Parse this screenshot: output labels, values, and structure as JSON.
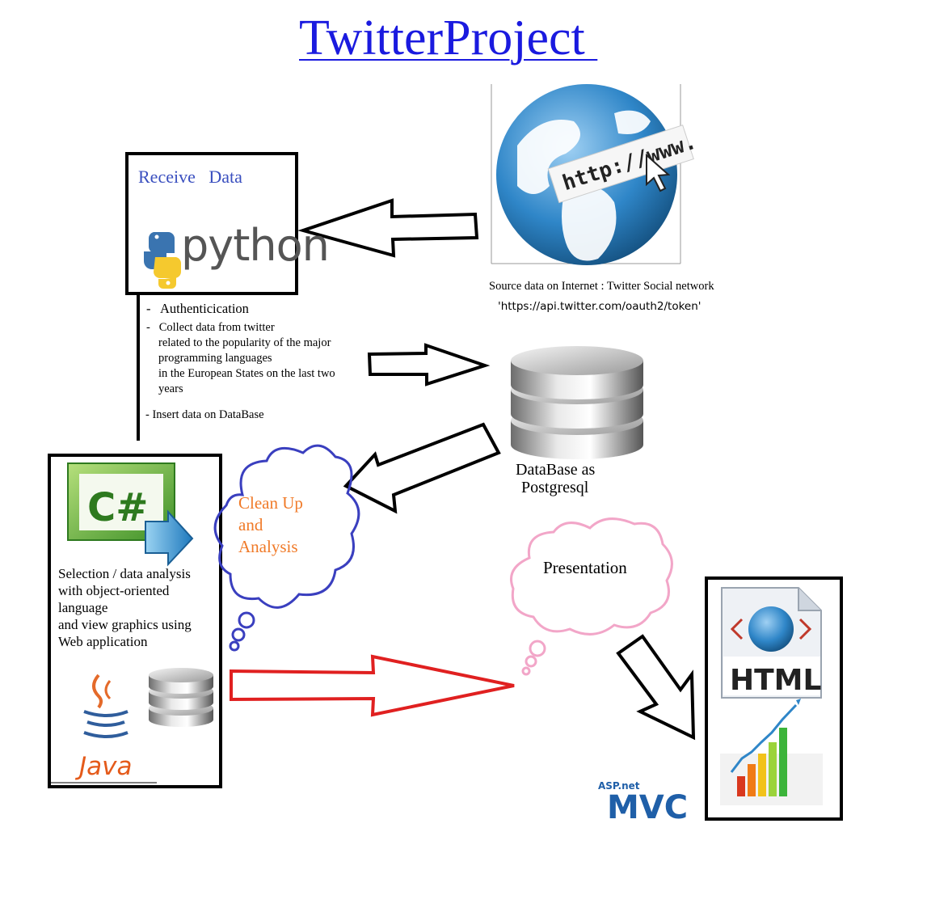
{
  "title": "TwitterProject ",
  "receive": {
    "label": "Receive   Data",
    "logo_text": "python"
  },
  "source": {
    "caption": "Source data on Internet : Twitter Social network",
    "url": "'https://api.twitter.com/oauth2/token'",
    "globe_text": "http://www."
  },
  "steps": [
    "-   Authenticication",
    "-   Collect data from twitter",
    "related to the popularity of the major",
    "programming languages",
    "in the European States on the last two",
    "years",
    "- Insert data on DataBase"
  ],
  "database": {
    "label_line1": "DataBase as",
    "label_line2": "Postgresql"
  },
  "analysis": {
    "cloud_lines": [
      "Clean Up",
      "and",
      "Analysis"
    ],
    "csharp_logo": "C#",
    "description": [
      "Selection / data analysis",
      "with object-oriented",
      "language",
      "and view graphics using",
      "Web application"
    ],
    "java_logo": "Java"
  },
  "presentation": {
    "label": "Presentation",
    "html_logo": "HTML",
    "mvc_small": "ASP.net",
    "mvc_logo": "MVC"
  },
  "colors": {
    "title": "#1a1adf",
    "receive": "#3a4fbf",
    "cloud_blue": "#3a3fbf",
    "cloud_text": "#f07a28",
    "cloud_pink": "#f2a6c8",
    "red_arrow": "#e02020",
    "globe": "#2f86c8"
  }
}
